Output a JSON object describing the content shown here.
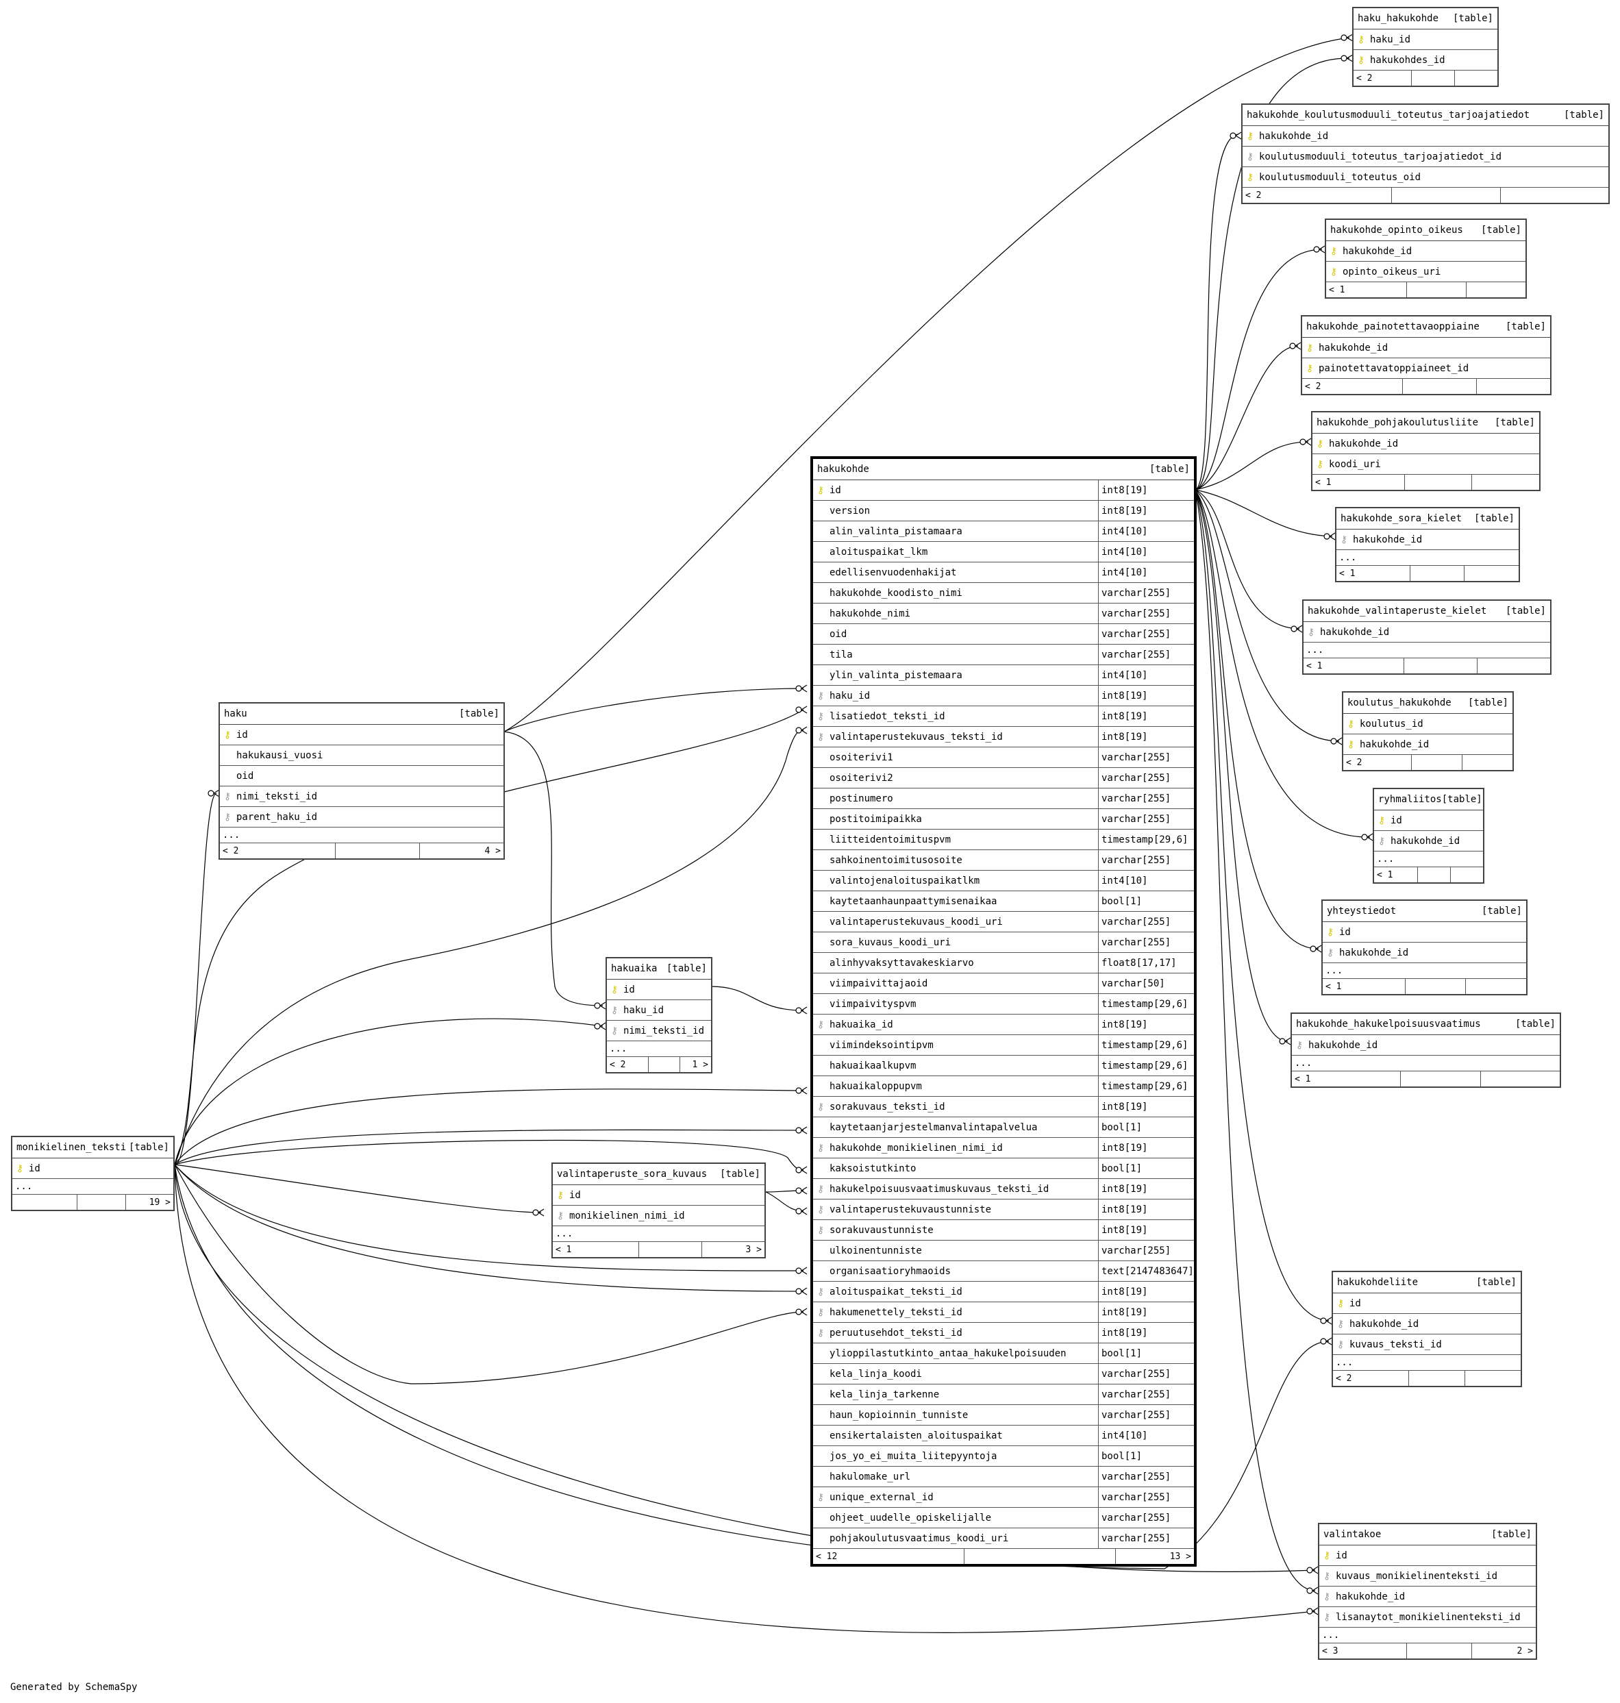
{
  "credit": "Generated by SchemaSpy",
  "tables": {
    "haku_hakukohde": {
      "name": "haku_hakukohde",
      "kind": "[table]",
      "columns": [
        {
          "name": "haku_id",
          "key": "pk-icon"
        },
        {
          "name": "hakukohdes_id",
          "key": "pk-icon"
        }
      ],
      "more": false,
      "footer": {
        "parents": "< 2",
        "children": ""
      }
    },
    "hakukohde_koulutusmoduuli_toteutus_tarjoajatiedot": {
      "name": "hakukohde_koulutusmoduuli_toteutus_tarjoajatiedot",
      "kind": "[table]",
      "columns": [
        {
          "name": "hakukohde_id",
          "key": "pk-icon"
        },
        {
          "name": "koulutusmoduuli_toteutus_tarjoajatiedot_id",
          "key": "fk-icon"
        },
        {
          "name": "koulutusmoduuli_toteutus_oid",
          "key": "pk-icon"
        }
      ],
      "more": false,
      "footer": {
        "parents": "< 2",
        "children": ""
      }
    },
    "hakukohde_opinto_oikeus": {
      "name": "hakukohde_opinto_oikeus",
      "kind": "[table]",
      "columns": [
        {
          "name": "hakukohde_id",
          "key": "pk-icon"
        },
        {
          "name": "opinto_oikeus_uri",
          "key": "pk-icon"
        }
      ],
      "more": false,
      "footer": {
        "parents": "< 1",
        "children": ""
      }
    },
    "hakukohde_painotettavaoppiaine": {
      "name": "hakukohde_painotettavaoppiaine",
      "kind": "[table]",
      "columns": [
        {
          "name": "hakukohde_id",
          "key": "pk-icon"
        },
        {
          "name": "painotettavatoppiaineet_id",
          "key": "pk-icon"
        }
      ],
      "more": false,
      "footer": {
        "parents": "< 2",
        "children": ""
      }
    },
    "hakukohde_pohjakoulutusliite": {
      "name": "hakukohde_pohjakoulutusliite",
      "kind": "[table]",
      "columns": [
        {
          "name": "hakukohde_id",
          "key": "pk-icon"
        },
        {
          "name": "koodi_uri",
          "key": "pk-icon"
        }
      ],
      "more": false,
      "footer": {
        "parents": "< 1",
        "children": ""
      }
    },
    "hakukohde_sora_kielet": {
      "name": "hakukohde_sora_kielet",
      "kind": "[table]",
      "columns": [
        {
          "name": "hakukohde_id",
          "key": "fk-icon"
        }
      ],
      "more": true,
      "footer": {
        "parents": "< 1",
        "children": ""
      }
    },
    "hakukohde_valintaperuste_kielet": {
      "name": "hakukohde_valintaperuste_kielet",
      "kind": "[table]",
      "columns": [
        {
          "name": "hakukohde_id",
          "key": "fk-icon"
        }
      ],
      "more": true,
      "footer": {
        "parents": "< 1",
        "children": ""
      }
    },
    "koulutus_hakukohde": {
      "name": "koulutus_hakukohde",
      "kind": "[table]",
      "columns": [
        {
          "name": "koulutus_id",
          "key": "pk-icon"
        },
        {
          "name": "hakukohde_id",
          "key": "pk-icon"
        }
      ],
      "more": false,
      "footer": {
        "parents": "< 2",
        "children": ""
      }
    },
    "ryhmaliitos": {
      "name": "ryhmaliitos",
      "kind": "[table]",
      "columns": [
        {
          "name": "id",
          "key": "pk-icon"
        },
        {
          "name": "hakukohde_id",
          "key": "fk-icon"
        }
      ],
      "more": true,
      "footer": {
        "parents": "< 1",
        "children": ""
      }
    },
    "yhteystiedot": {
      "name": "yhteystiedot",
      "kind": "[table]",
      "columns": [
        {
          "name": "id",
          "key": "pk-icon"
        },
        {
          "name": "hakukohde_id",
          "key": "fk-icon"
        }
      ],
      "more": true,
      "footer": {
        "parents": "< 1",
        "children": ""
      }
    },
    "hakukohde_hakukelpoisuusvaatimus": {
      "name": "hakukohde_hakukelpoisuusvaatimus",
      "kind": "[table]",
      "columns": [
        {
          "name": "hakukohde_id",
          "key": "fk-icon"
        }
      ],
      "more": true,
      "footer": {
        "parents": "< 1",
        "children": ""
      }
    },
    "hakukohdeliite": {
      "name": "hakukohdeliite",
      "kind": "[table]",
      "columns": [
        {
          "name": "id",
          "key": "pk-icon"
        },
        {
          "name": "hakukohde_id",
          "key": "fk-icon"
        },
        {
          "name": "kuvaus_teksti_id",
          "key": "fk-icon"
        }
      ],
      "more": true,
      "footer": {
        "parents": "< 2",
        "children": ""
      }
    },
    "valintakoe": {
      "name": "valintakoe",
      "kind": "[table]",
      "columns": [
        {
          "name": "id",
          "key": "pk-icon"
        },
        {
          "name": "kuvaus_monikielinenteksti_id",
          "key": "fk-icon"
        },
        {
          "name": "hakukohde_id",
          "key": "fk-icon"
        },
        {
          "name": "lisanaytot_monikielinenteksti_id",
          "key": "fk-icon"
        }
      ],
      "more": true,
      "footer": {
        "parents": "< 3",
        "children": "2 >"
      }
    },
    "haku": {
      "name": "haku",
      "kind": "[table]",
      "columns": [
        {
          "name": "id",
          "key": "pk-icon"
        },
        {
          "name": "hakukausi_vuosi",
          "key": ""
        },
        {
          "name": "oid",
          "key": ""
        },
        {
          "name": "nimi_teksti_id",
          "key": "fk-icon"
        },
        {
          "name": "parent_haku_id",
          "key": "fk-icon"
        }
      ],
      "more": true,
      "footer": {
        "parents": "< 2",
        "children": "4 >"
      }
    },
    "hakuaika": {
      "name": "hakuaika",
      "kind": "[table]",
      "columns": [
        {
          "name": "id",
          "key": "pk-icon"
        },
        {
          "name": "haku_id",
          "key": "fk-icon"
        },
        {
          "name": "nimi_teksti_id",
          "key": "fk-icon"
        }
      ],
      "more": true,
      "footer": {
        "parents": "< 2",
        "children": "1 >"
      }
    },
    "valintaperuste_sora_kuvaus": {
      "name": "valintaperuste_sora_kuvaus",
      "kind": "[table]",
      "columns": [
        {
          "name": "id",
          "key": "pk-icon"
        },
        {
          "name": "monikielinen_nimi_id",
          "key": "fk-icon"
        }
      ],
      "more": true,
      "footer": {
        "parents": "< 1",
        "children": "3 >"
      }
    },
    "monikielinen_teksti": {
      "name": "monikielinen_teksti",
      "kind": "[table]",
      "columns": [
        {
          "name": "id",
          "key": "pk-icon"
        }
      ],
      "more": true,
      "footer": {
        "parents": "",
        "children": "19 >"
      }
    },
    "hakukohde": {
      "name": "hakukohde",
      "kind": "[table]",
      "columns": [
        {
          "name": "id",
          "type": "int8[19]",
          "key": "pk-icon"
        },
        {
          "name": "version",
          "type": "int8[19]",
          "key": ""
        },
        {
          "name": "alin_valinta_pistamaara",
          "type": "int4[10]",
          "key": ""
        },
        {
          "name": "aloituspaikat_lkm",
          "type": "int4[10]",
          "key": ""
        },
        {
          "name": "edellisenvuodenhakijat",
          "type": "int4[10]",
          "key": ""
        },
        {
          "name": "hakukohde_koodisto_nimi",
          "type": "varchar[255]",
          "key": ""
        },
        {
          "name": "hakukohde_nimi",
          "type": "varchar[255]",
          "key": ""
        },
        {
          "name": "oid",
          "type": "varchar[255]",
          "key": ""
        },
        {
          "name": "tila",
          "type": "varchar[255]",
          "key": ""
        },
        {
          "name": "ylin_valinta_pistemaara",
          "type": "int4[10]",
          "key": ""
        },
        {
          "name": "haku_id",
          "type": "int8[19]",
          "key": "fk-icon"
        },
        {
          "name": "lisatiedot_teksti_id",
          "type": "int8[19]",
          "key": "fk-icon"
        },
        {
          "name": "valintaperustekuvaus_teksti_id",
          "type": "int8[19]",
          "key": "fk-icon"
        },
        {
          "name": "osoiterivi1",
          "type": "varchar[255]",
          "key": ""
        },
        {
          "name": "osoiterivi2",
          "type": "varchar[255]",
          "key": ""
        },
        {
          "name": "postinumero",
          "type": "varchar[255]",
          "key": ""
        },
        {
          "name": "postitoimipaikka",
          "type": "varchar[255]",
          "key": ""
        },
        {
          "name": "liitteidentoimituspvm",
          "type": "timestamp[29,6]",
          "key": ""
        },
        {
          "name": "sahkoinentoimitusosoite",
          "type": "varchar[255]",
          "key": ""
        },
        {
          "name": "valintojenaloituspaikatlkm",
          "type": "int4[10]",
          "key": ""
        },
        {
          "name": "kaytetaanhaunpaattymisenaikaa",
          "type": "bool[1]",
          "key": ""
        },
        {
          "name": "valintaperustekuvaus_koodi_uri",
          "type": "varchar[255]",
          "key": ""
        },
        {
          "name": "sora_kuvaus_koodi_uri",
          "type": "varchar[255]",
          "key": ""
        },
        {
          "name": "alinhyvaksyttavakeskiarvo",
          "type": "float8[17,17]",
          "key": ""
        },
        {
          "name": "viimpaivittajaoid",
          "type": "varchar[50]",
          "key": ""
        },
        {
          "name": "viimpaivityspvm",
          "type": "timestamp[29,6]",
          "key": ""
        },
        {
          "name": "hakuaika_id",
          "type": "int8[19]",
          "key": "fk-icon"
        },
        {
          "name": "viimindeksointipvm",
          "type": "timestamp[29,6]",
          "key": ""
        },
        {
          "name": "hakuaikaalkupvm",
          "type": "timestamp[29,6]",
          "key": ""
        },
        {
          "name": "hakuaikaloppupvm",
          "type": "timestamp[29,6]",
          "key": ""
        },
        {
          "name": "sorakuvaus_teksti_id",
          "type": "int8[19]",
          "key": "fk-icon"
        },
        {
          "name": "kaytetaanjarjestelmanvalintapalvelua",
          "type": "bool[1]",
          "key": ""
        },
        {
          "name": "hakukohde_monikielinen_nimi_id",
          "type": "int8[19]",
          "key": "fk-icon"
        },
        {
          "name": "kaksoistutkinto",
          "type": "bool[1]",
          "key": ""
        },
        {
          "name": "hakukelpoisuusvaatimuskuvaus_teksti_id",
          "type": "int8[19]",
          "key": "fk-icon"
        },
        {
          "name": "valintaperustekuvaustunniste",
          "type": "int8[19]",
          "key": "fk-icon"
        },
        {
          "name": "sorakuvaustunniste",
          "type": "int8[19]",
          "key": "fk-icon"
        },
        {
          "name": "ulkoinentunniste",
          "type": "varchar[255]",
          "key": ""
        },
        {
          "name": "organisaatioryhmaoids",
          "type": "text[2147483647]",
          "key": ""
        },
        {
          "name": "aloituspaikat_teksti_id",
          "type": "int8[19]",
          "key": "fk-icon"
        },
        {
          "name": "hakumenettely_teksti_id",
          "type": "int8[19]",
          "key": "fk-icon"
        },
        {
          "name": "peruutusehdot_teksti_id",
          "type": "int8[19]",
          "key": "fk-icon"
        },
        {
          "name": "ylioppilastutkinto_antaa_hakukelpoisuuden",
          "type": "bool[1]",
          "key": ""
        },
        {
          "name": "kela_linja_koodi",
          "type": "varchar[255]",
          "key": ""
        },
        {
          "name": "kela_linja_tarkenne",
          "type": "varchar[255]",
          "key": ""
        },
        {
          "name": "haun_kopioinnin_tunniste",
          "type": "varchar[255]",
          "key": ""
        },
        {
          "name": "ensikertalaisten_aloituspaikat",
          "type": "int4[10]",
          "key": ""
        },
        {
          "name": "jos_yo_ei_muita_liitepyyntoja",
          "type": "bool[1]",
          "key": ""
        },
        {
          "name": "hakulomake_url",
          "type": "varchar[255]",
          "key": ""
        },
        {
          "name": "unique_external_id",
          "type": "varchar[255]",
          "key": "fk-icon"
        },
        {
          "name": "ohjeet_uudelle_opiskelijalle",
          "type": "varchar[255]",
          "key": ""
        },
        {
          "name": "pohjakoulutusvaatimus_koodi_uri",
          "type": "varchar[255]",
          "key": ""
        }
      ],
      "more": false,
      "footer": {
        "parents": "< 12",
        "children": "13 >"
      }
    }
  }
}
